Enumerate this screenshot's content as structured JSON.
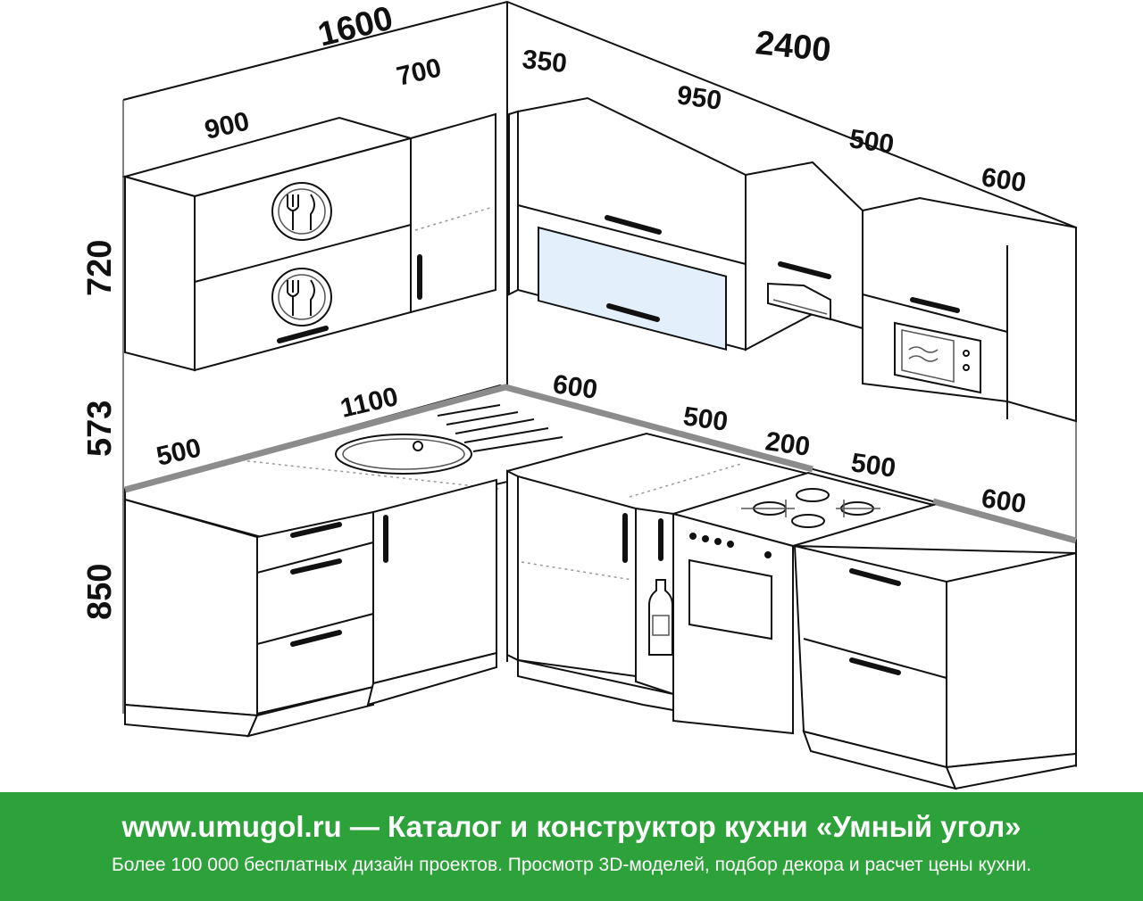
{
  "dimensions": {
    "top_left_total": "1600",
    "top_right_total": "2400",
    "upper_left_a": "900",
    "upper_left_b": "700",
    "upper_right_a": "350",
    "upper_right_b": "950",
    "upper_right_c": "500",
    "upper_right_d": "600",
    "height_upper": "720",
    "height_gap": "573",
    "height_lower": "850",
    "counter_left_a": "500",
    "counter_left_b": "1100",
    "counter_right_a": "600",
    "counter_right_b": "500",
    "counter_right_c": "200",
    "counter_right_d": "500",
    "counter_right_e": "600"
  },
  "footer": {
    "title": "www.umugol.ru — Каталог и конструктор кухни «Умный угол»",
    "subtitle": "Более 100 000 бесплатных дизайн проектов. Просмотр 3D-моделей, подбор декора и расчет цены кухни."
  },
  "colors": {
    "footer_bg": "#2ea23a",
    "glass": "#e3f0fb",
    "counter_edge": "#8c8c8c"
  }
}
